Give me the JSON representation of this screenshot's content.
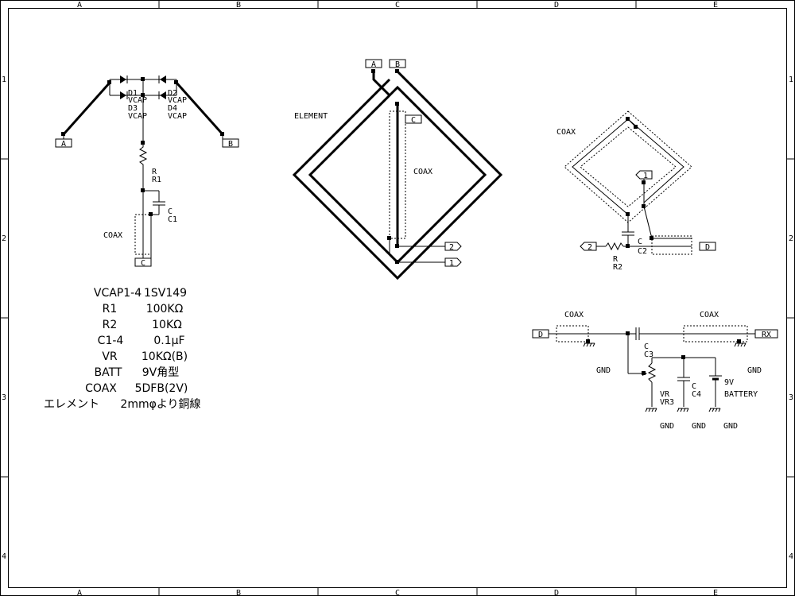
{
  "frame": {
    "columns": [
      "A",
      "B",
      "C",
      "D",
      "E"
    ],
    "rows": [
      "1",
      "2",
      "3",
      "4"
    ]
  },
  "left_circuit": {
    "port_a": "A",
    "port_b": "B",
    "port_c": "C",
    "d1": "D1",
    "d1_type": "VCAP",
    "d3": "D3",
    "d3_type": "VCAP",
    "d2": "D2",
    "d2_type": "VCAP",
    "d4": "D4",
    "d4_type": "VCAP",
    "r_ref": "R",
    "r_name": "R1",
    "c_ref": "C",
    "c_name": "C1",
    "coax_label": "COAX"
  },
  "element_diagram": {
    "port_a": "A",
    "port_b": "B",
    "port_c": "C",
    "port_1": "1",
    "port_2": "2",
    "element_label": "ELEMENT",
    "coax_label": "COAX"
  },
  "right_loop": {
    "coax_label": "COAX",
    "port_1": "1",
    "port_2": "2",
    "port_d": "D",
    "r_ref": "R",
    "r_name": "R2",
    "c_ref": "C",
    "c_name": "C2"
  },
  "bias_circuit": {
    "port_d": "D",
    "port_rx": "RX",
    "coax_left": "COAX",
    "coax_right": "COAX",
    "gnd1": "GND",
    "gnd2": "GND",
    "gnd3": "GND",
    "gnd4": "GND",
    "gnd5": "GND",
    "c3_ref": "C",
    "c3_name": "C3",
    "c4_ref": "C",
    "c4_name": "C4",
    "vr_ref": "VR",
    "vr_name": "VR3",
    "batt_value": "9V",
    "batt_name": "BATTERY"
  },
  "parts_list": [
    {
      "part": "VCAP1-4",
      "value": "1SV149"
    },
    {
      "part": "R1",
      "value": "100KΩ"
    },
    {
      "part": "R2",
      "value": "10KΩ"
    },
    {
      "part": "C1-4",
      "value": "0.1μF"
    },
    {
      "part": "VR",
      "value": "10KΩ(B)"
    },
    {
      "part": "BATT",
      "value": "9V角型"
    },
    {
      "part": "COAX",
      "value": "5DFB(2V)"
    },
    {
      "part": "エレメント",
      "value": "2mmφより銅線"
    }
  ]
}
